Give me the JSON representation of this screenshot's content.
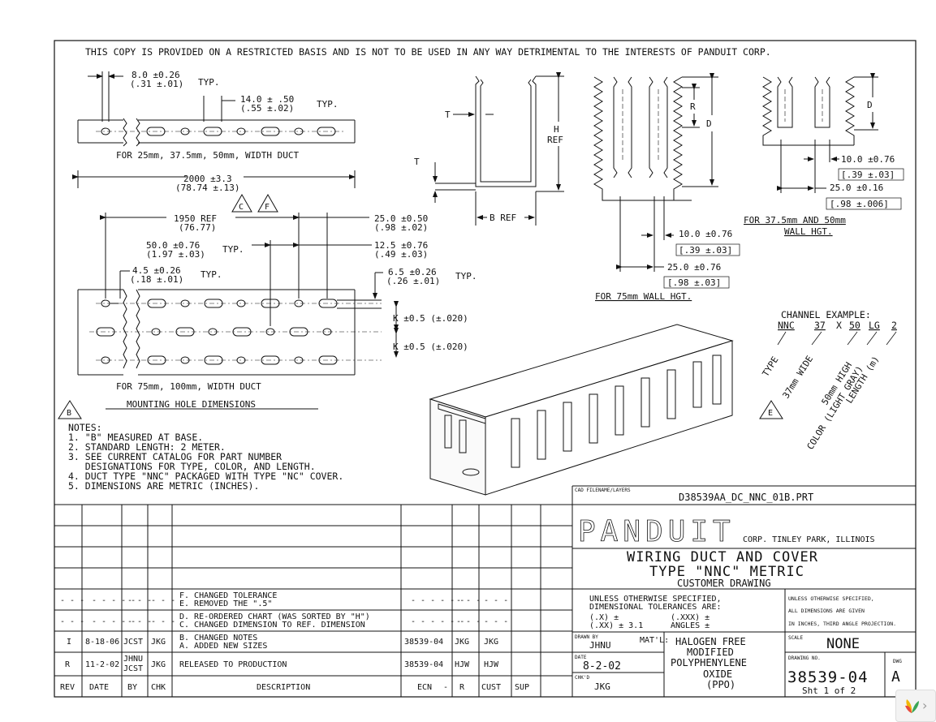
{
  "notice": "THIS COPY IS PROVIDED ON A RESTRICTED BASIS AND IS NOT TO BE USED IN ANY WAY DETRIMENTAL TO THE INTERESTS OF PANDUIT CORP.",
  "top_left": {
    "dim1_mm": "8.0 ±0.26",
    "dim1_in": "(.31 ±.01)",
    "typ": "TYP.",
    "dim2_mm": "14.0 ± .50",
    "dim2_in": "(.55 ±.02)",
    "caption": "FOR 25mm, 37.5mm, 50mm, WIDTH DUCT"
  },
  "mount": {
    "len_mm": "2000 ±3.3",
    "len_in": "(78.74 ±.13)",
    "tag_c": "C",
    "tag_f": "F",
    "ref_mm": "1950 REF",
    "ref_in": "(76.77)",
    "d50_mm": "50.0 ±0.76",
    "d50_in": "(1.97 ±.03)",
    "d45_mm": "4.5 ±0.26",
    "d45_in": "(.18 ±.01)",
    "d25_mm": "25.0 ±0.50",
    "d25_in": "(.98 ±.02)",
    "d125_mm": "12.5 ±0.76",
    "d125_in": "(.49 ±.03)",
    "d65_mm": "6.5 ±0.26",
    "d65_in": "(.26 ±.01)",
    "k1": "K ±0.5 (±.020)",
    "k2": "K ±0.5 (±.020)",
    "caption": "FOR 75mm, 100mm, WIDTH DUCT",
    "title": "MOUNTING HOLE DIMENSIONS",
    "typ": "TYP."
  },
  "profile": {
    "t1": "T",
    "t2": "T",
    "h": "H",
    "ref": "REF",
    "b_ref": "B REF"
  },
  "wall75": {
    "r": "R",
    "d": "D",
    "d10_mm": "10.0 ±0.76",
    "d10_in": "[.39 ±.03]",
    "d25_mm": "25.0 ±0.76",
    "d25_in": "[.98 ±.03]",
    "caption": "FOR 75mm WALL HGT."
  },
  "wall375": {
    "d": "D",
    "d10_mm": "10.0 ±0.76",
    "d10_in": "[.39 ±.03]",
    "d25_mm": "25.0 ±0.16",
    "d25_in": "[.98 ±.006]",
    "caption1": "FOR 37.5mm AND 50mm",
    "caption2": "WALL HGT."
  },
  "channel": {
    "title": "CHANNEL EXAMPLE:",
    "code": [
      "NNC",
      "37",
      "X",
      "50",
      "LG",
      "2"
    ],
    "legend": [
      "TYPE",
      "37mm WIDE",
      "50mm HIGH",
      "COLOR (LIGHT GRAY)",
      "LENGTH (m)"
    ],
    "tag_e": "E"
  },
  "notes": {
    "tag_b": "B",
    "title": "NOTES:",
    "items": [
      "1. \"B\" MEASURED AT BASE.",
      "2. STANDARD LENGTH: 2 METER.",
      "3. SEE CURRENT CATALOG FOR PART NUMBER",
      "   DESIGNATIONS FOR TYPE, COLOR, AND LENGTH.",
      "4. DUCT TYPE \"NNC\" PACKAGED WITH TYPE \"NC\" COVER.",
      "5. DIMENSIONS ARE METRIC (INCHES)."
    ]
  },
  "title_block": {
    "cad_label": "CAD FILENAME/LAYERS",
    "cad_file": "D38539AA_DC_NNC_01B.PRT",
    "company": "PANDUIT",
    "company_loc": "CORP.  TINLEY PARK, ILLINOIS",
    "title1": "WIRING DUCT AND COVER",
    "title2": "TYPE \"NNC\" METRIC",
    "title3": "CUSTOMER DRAWING",
    "tol_head1": "UNLESS OTHERWISE SPECIFIED,",
    "tol_head2": "DIMENSIONAL TOLERANCES ARE:",
    "tol_x": "(.X) ±",
    "tol_xx": "(.XX) ± 3.1",
    "tol_xxx": "(.XXX) ±",
    "tol_ang": "ANGLES ±",
    "spec1": "UNLESS OTHERWISE SPECIFIED,",
    "spec2": "ALL DIMENSIONS ARE GIVEN",
    "spec3": "IN INCHES, THIRD ANGLE PROJECTION.",
    "drawn_label": "DRAWN BY",
    "drawn_by": "JHNU",
    "date_label": "DATE",
    "date": "8-2-02",
    "chkd_label": "CHK'D",
    "chkd_by": "JKG",
    "matl_label": "MAT'L:",
    "matl": [
      "HALOGEN FREE",
      "MODIFIED",
      "POLYPHENYLENE",
      "OXIDE",
      "(PPO)"
    ],
    "scale_label": "SCALE",
    "scale": "NONE",
    "drawing_label": "DRAWING NO.",
    "drawing_no": "38539-04",
    "dwg_label": "DWG",
    "dwg": "A",
    "sheet": "Sht 1 of 2"
  },
  "revisions": {
    "headers": [
      "REV",
      "DATE",
      "BY",
      "CHK",
      "DESCRIPTION",
      "ECN",
      "R",
      "CUST",
      "SUP"
    ],
    "rows": [
      {
        "rev": "- - -",
        "date": "- - - - -",
        "by": "- - -",
        "chk": "- - -",
        "desc1": "F. CHANGED TOLERANCE",
        "desc2": "E. REMOVED THE \".5\"",
        "ecn": "- - - - - -",
        "r": "- - -",
        "cust": "- - -"
      },
      {
        "rev": "- - -",
        "date": "- - - - -",
        "by": "- - -",
        "chk": "- - -",
        "desc1": "D. RE-ORDERED CHART (WAS SORTED BY \"H\")",
        "desc2": "C. CHANGED DIMENSION TO REF. DIMENSION",
        "ecn": "- - - - - -",
        "r": "- - -",
        "cust": "- - -"
      },
      {
        "rev": "I",
        "date": "8-18-06",
        "by": "JCST",
        "chk": "JKG",
        "desc1": "B. CHANGED NOTES",
        "desc2": "A. ADDED NEW SIZES",
        "ecn": "38539-04",
        "r": "JKG",
        "cust": "JKG"
      },
      {
        "rev": "R",
        "date": "11-2-02",
        "by1": "JHNU",
        "by2": "JCST",
        "chk": "JKG",
        "desc1": "RELEASED TO PRODUCTION",
        "ecn": "38539-04",
        "r": "HJW",
        "cust": "HJW"
      }
    ]
  }
}
